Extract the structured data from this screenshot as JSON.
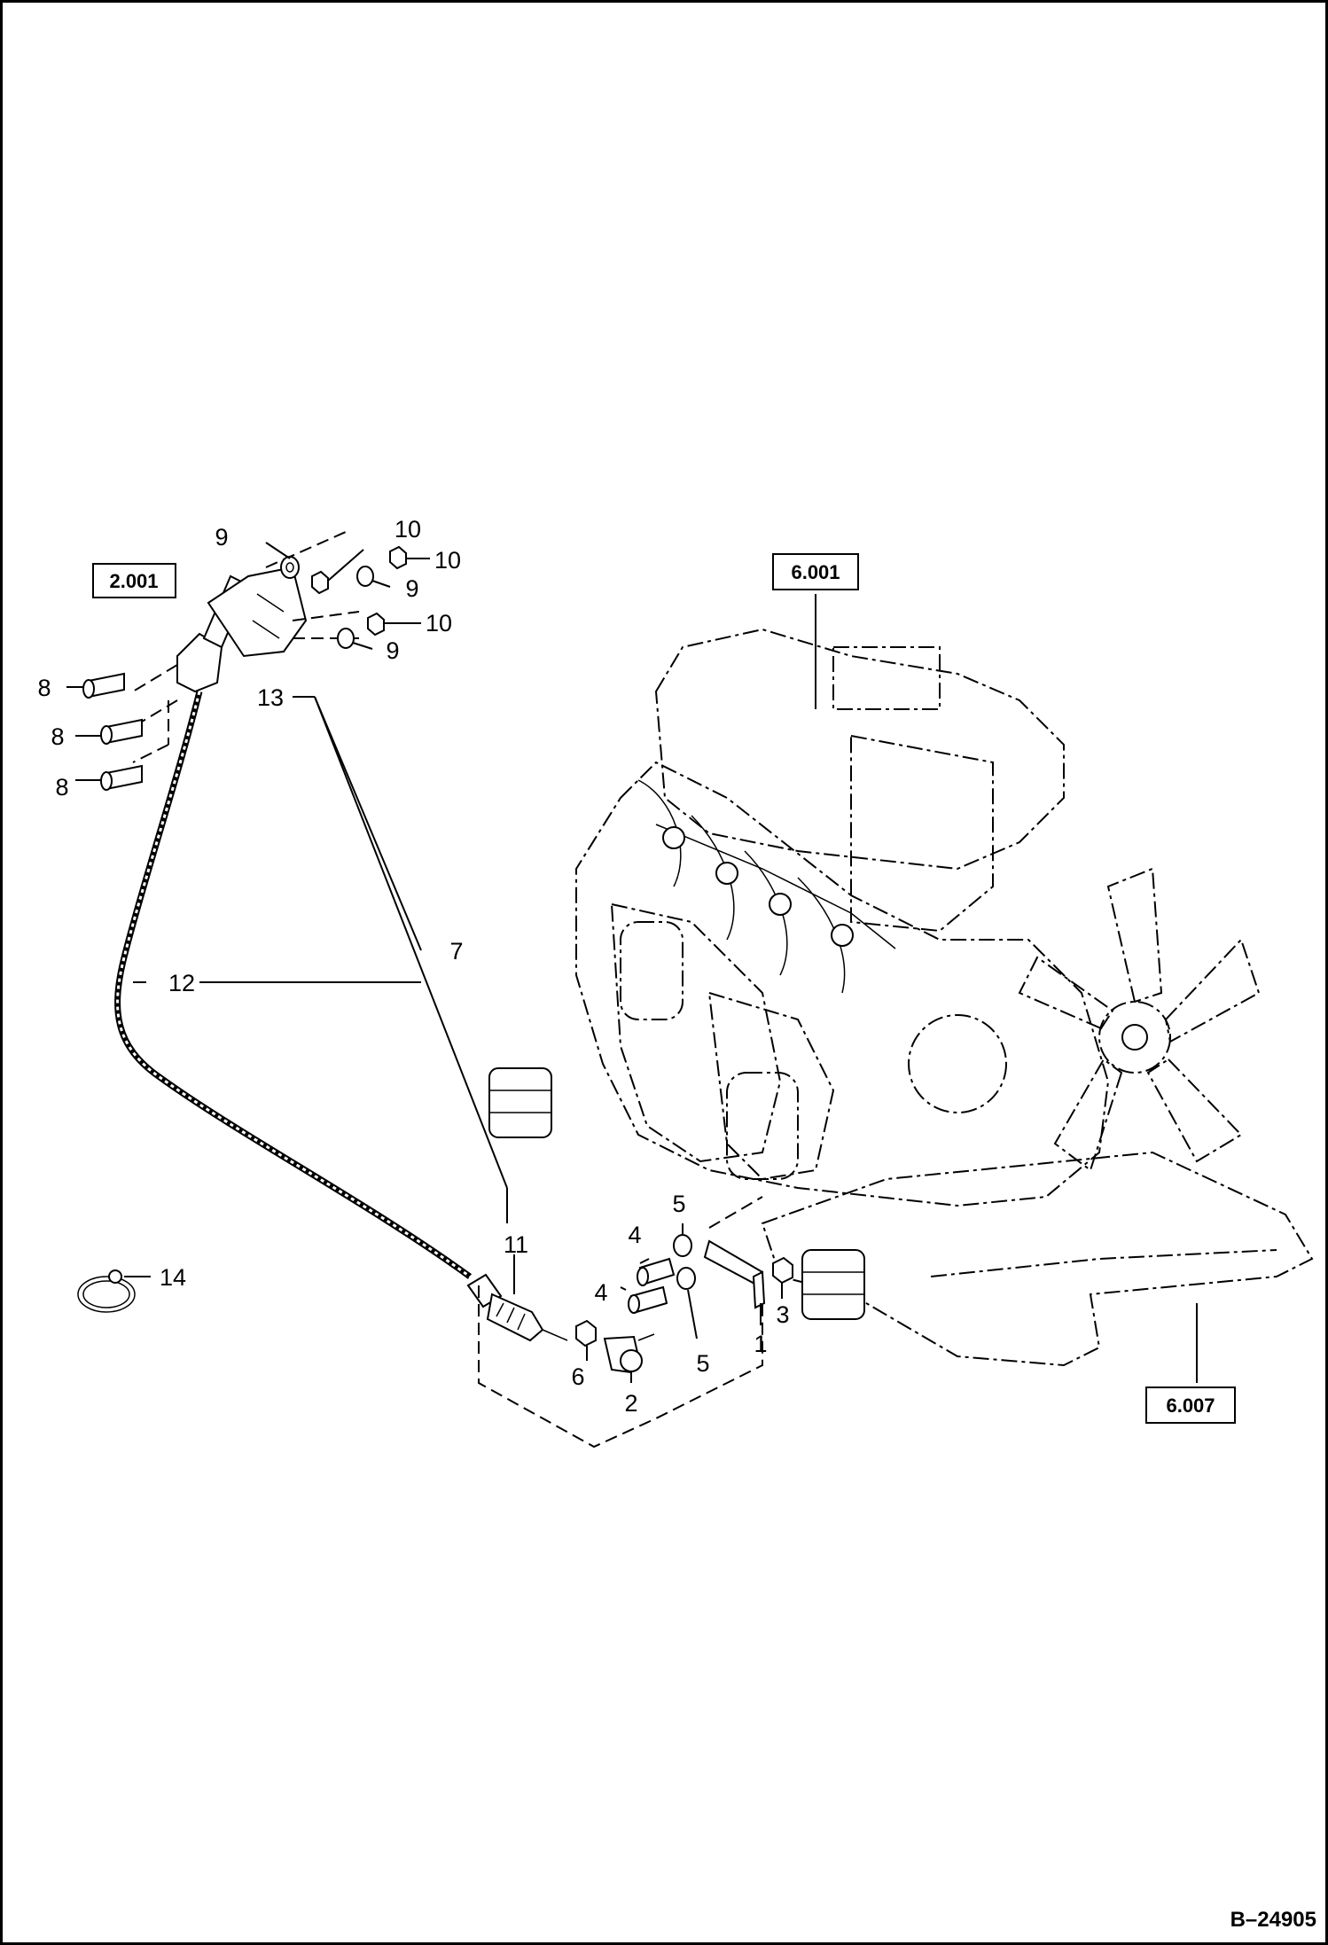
{
  "diagram": {
    "document_code": "B–24905",
    "reference_boxes": [
      {
        "key": "ref_2001",
        "text": "2.001"
      },
      {
        "key": "ref_6001",
        "text": "6.001"
      },
      {
        "key": "ref_6007",
        "text": "6.007"
      }
    ],
    "callouts": [
      "1",
      "2",
      "3",
      "4",
      "4",
      "5",
      "5",
      "6",
      "7",
      "8",
      "8",
      "8",
      "9",
      "9",
      "9",
      "10",
      "10",
      "10",
      "11",
      "12",
      "13",
      "14"
    ]
  }
}
